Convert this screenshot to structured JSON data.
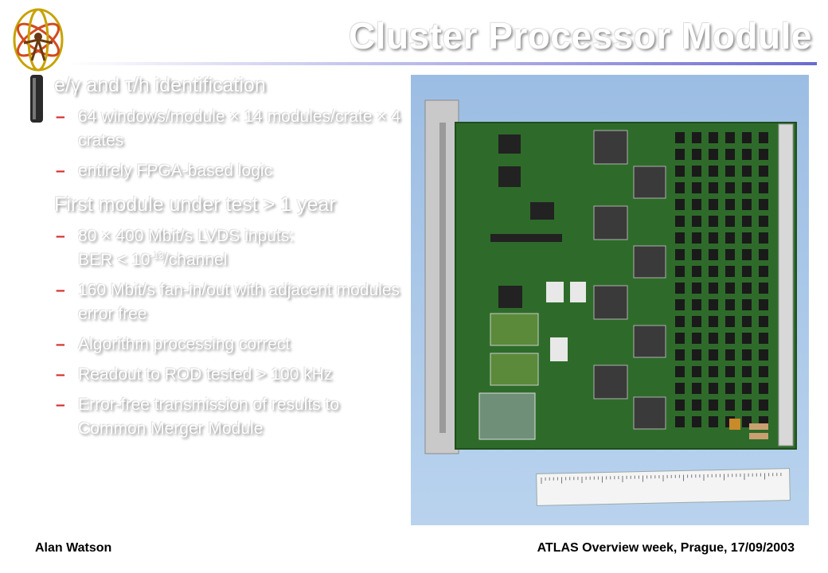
{
  "slide": {
    "title": "Cluster Processor Module",
    "heading1": "e/γ and τ/h identification",
    "group1": [
      "64 windows/module × 14 modules/crate × 4 crates",
      "entirely FPGA-based logic"
    ],
    "heading2": "First module under test > 1 year",
    "ber_line1": "80 × 400 Mbit/s LVDS inputs:",
    "ber_prefix": "BER < 10",
    "ber_exp": "-13",
    "ber_suffix": "/channel",
    "group2": [
      "160 Mbit/s fan-in/out with adjacent modules error free",
      "Algorithm processing correct",
      "Readout to ROD tested > 100 kHz",
      "Error-free transmission of results to Common Merger Module"
    ],
    "bullet_glyph": "–"
  },
  "footer": {
    "author": "Alan Watson",
    "event": "ATLAS Overview week, Prague, 17/09/2003"
  },
  "colors": {
    "accent": "#d52b2b",
    "rule": "#6a6ad0",
    "board": "#2e6b2a",
    "backdrop": "#a9c7e8"
  }
}
